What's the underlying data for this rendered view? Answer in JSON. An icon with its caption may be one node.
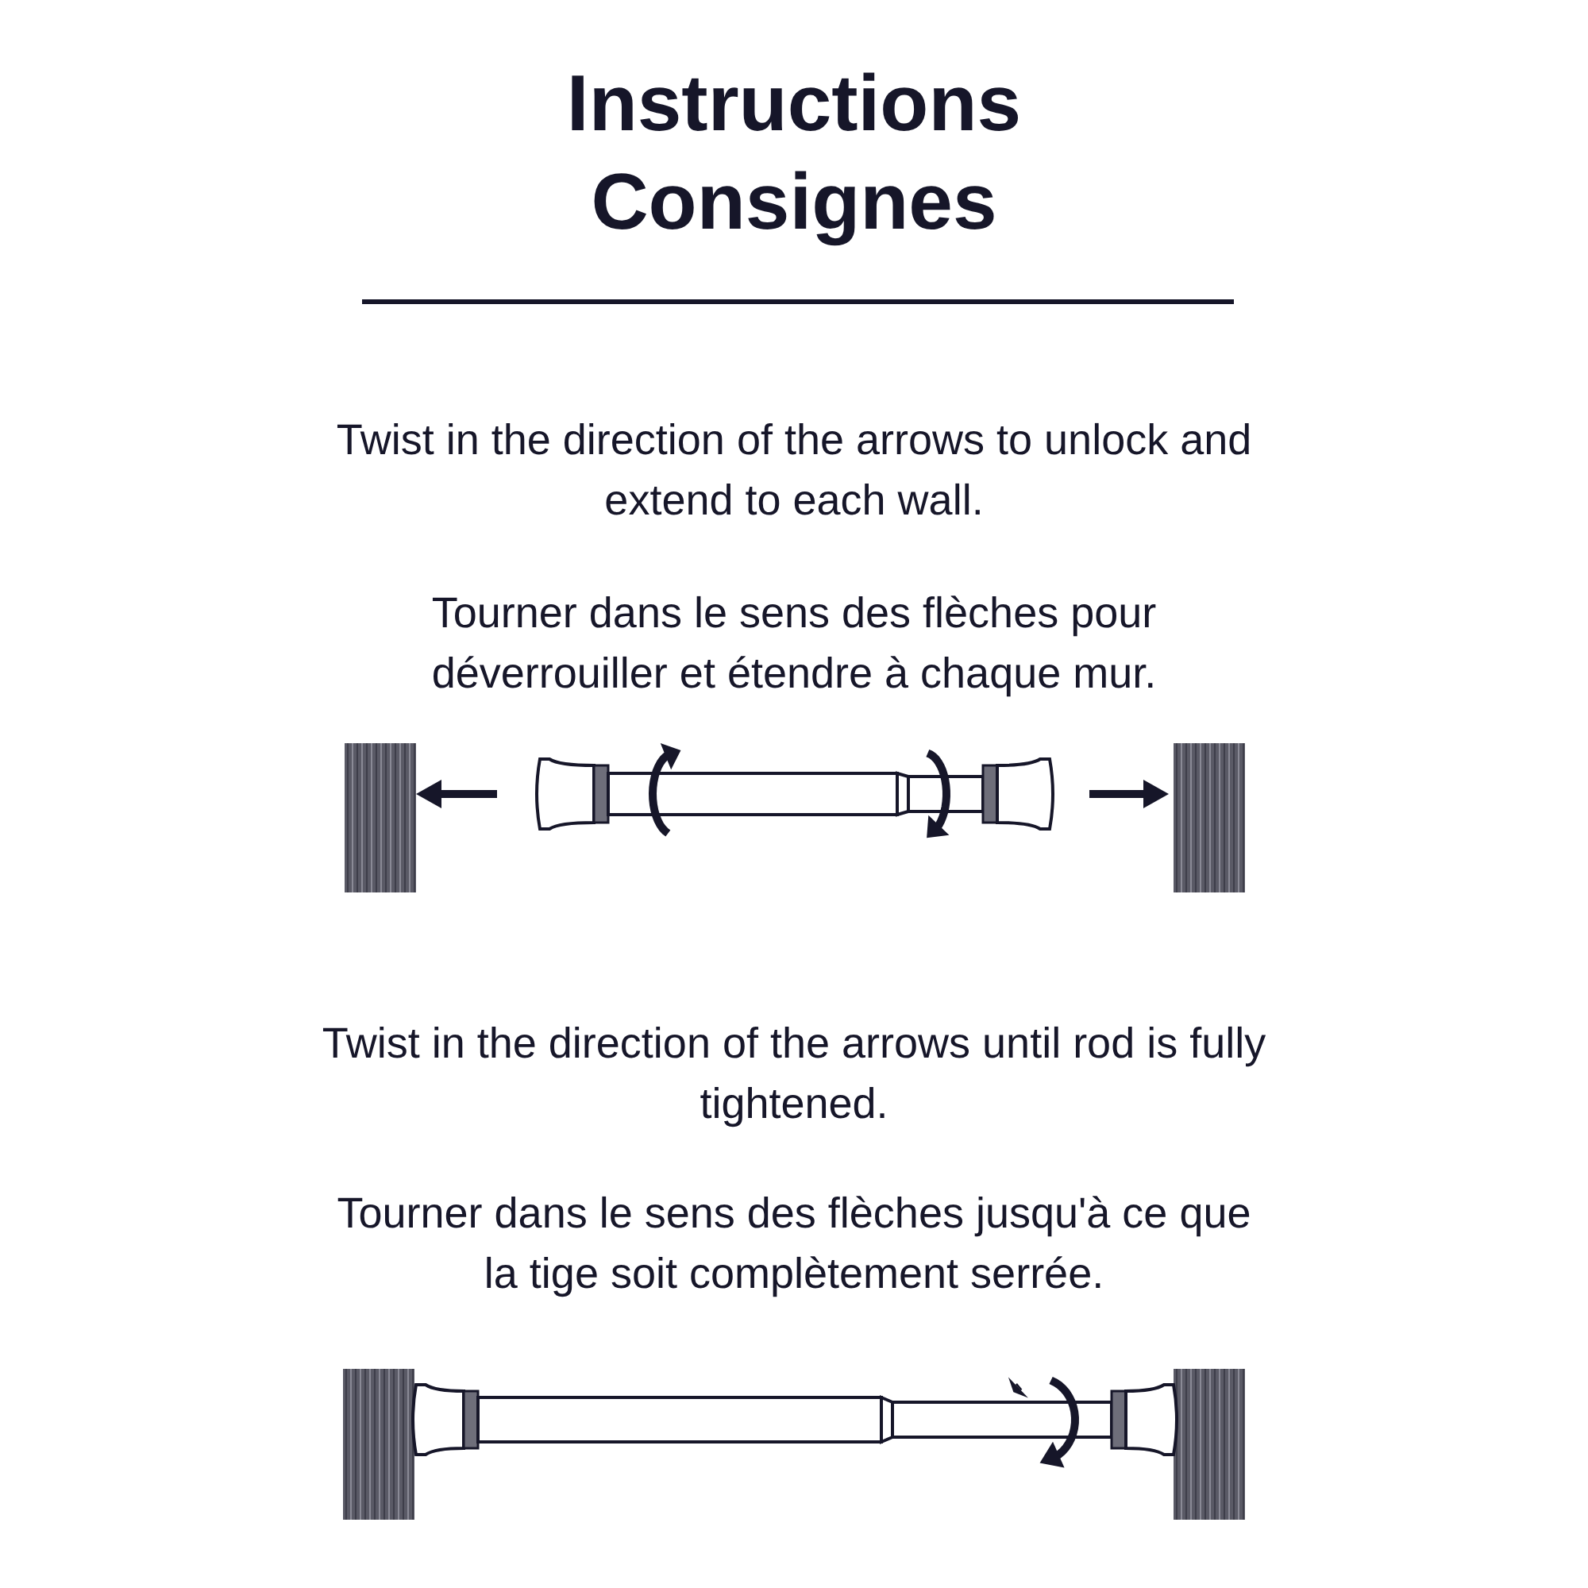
{
  "diagram": {
    "title": "Instructions Consignes",
    "labels": [
      "Twist in the direction of the arrows to unlock and extend to each wall.",
      "Tourner dans le sens des flèches pour déverrouiller et étendre à chaque mur.",
      "Twist in the direction of the arrows until rod is fully tightened.",
      "Tourner dans le sens des flèches jusqu'à ce que la tige soit complètement serrée."
    ]
  }
}
